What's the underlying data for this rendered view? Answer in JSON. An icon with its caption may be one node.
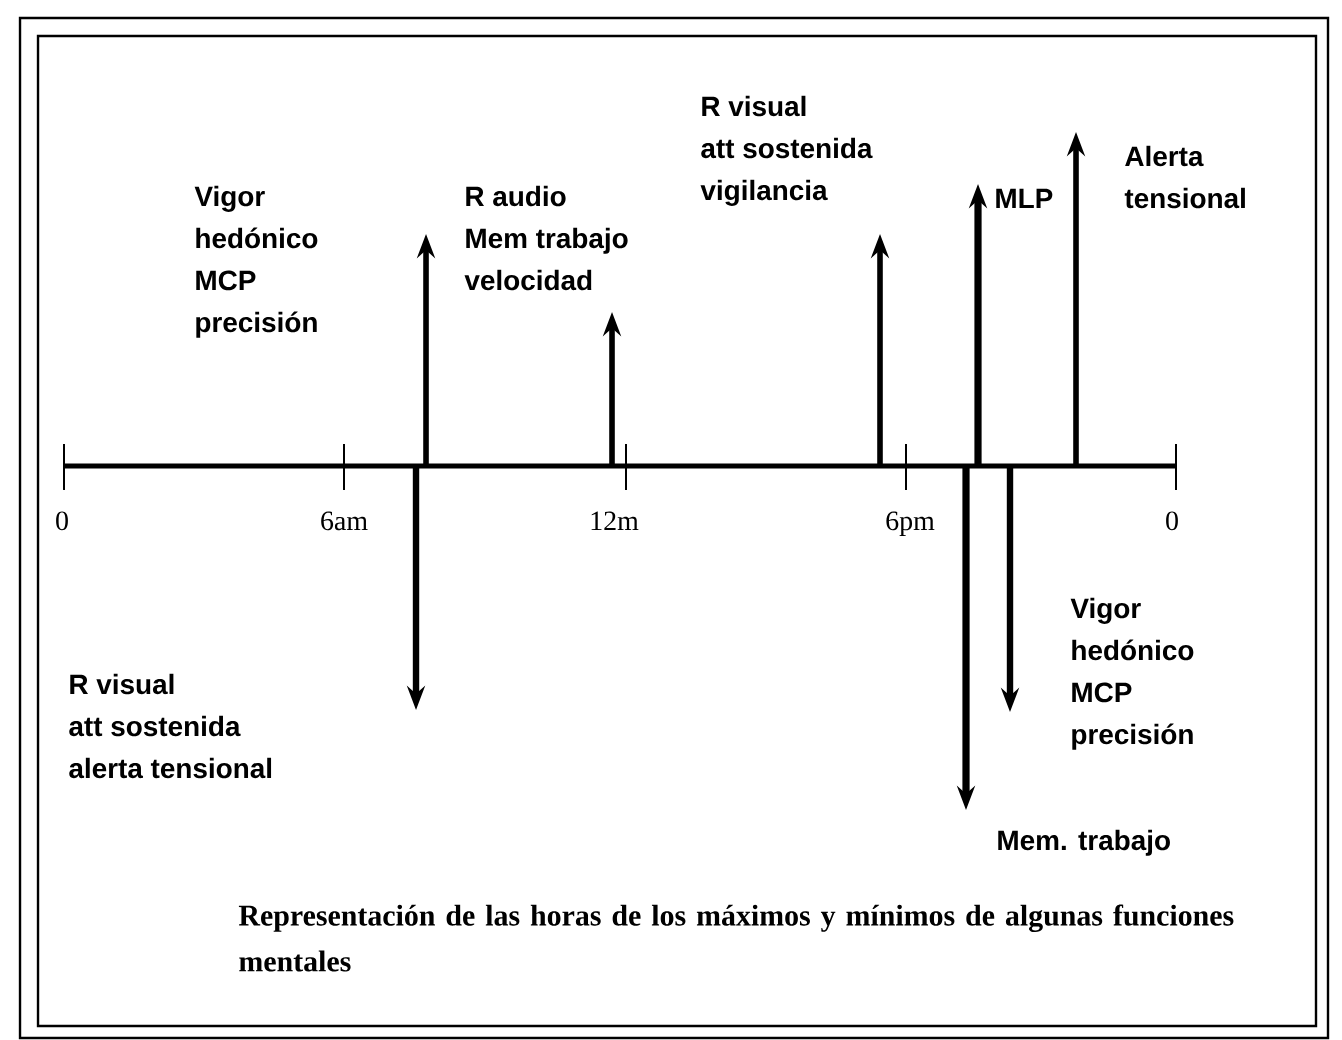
{
  "diagram": {
    "caption": "Representación de las horas de los máximos y mínimos de algunas funciones mentales",
    "labels": [
      "Vigor",
      "hedónico",
      "MCP",
      "precisión",
      "R audio",
      "Mem trabajo",
      "velocidad",
      "R visual",
      "att sostenida",
      "vigilancia",
      "MLP",
      "Alerta",
      "tensional",
      "0",
      "6am",
      "12m",
      "6pm",
      "0",
      "R visual",
      "att sostenida",
      "alerta tensional",
      "Vigor",
      "hedónico",
      "MCP",
      "precisión",
      "Mem. trabajo"
    ]
  }
}
